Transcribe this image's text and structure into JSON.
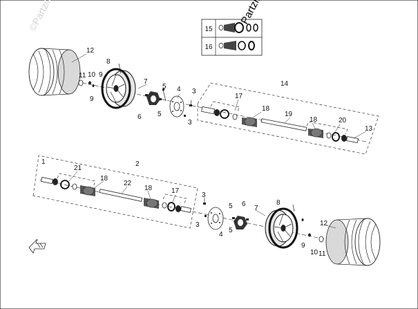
{
  "watermark": {
    "brand_text": "Partzilla",
    "faint_text": "©Partzilla"
  },
  "inset_box": {
    "rows": [
      {
        "label": "15"
      },
      {
        "label": "16"
      }
    ]
  },
  "callouts": {
    "top_assembly": [
      "12",
      "8",
      "10",
      "9",
      "11",
      "9",
      "7",
      "5",
      "4",
      "3",
      "6",
      "5",
      "3",
      "14",
      "17",
      "18",
      "19",
      "18",
      "20",
      "13"
    ],
    "bottom_assembly": [
      "1",
      "2",
      "21",
      "18",
      "22",
      "18",
      "17",
      "3",
      "3",
      "5",
      "6",
      "5",
      "4",
      "7",
      "8",
      "9",
      "10",
      "11",
      "12"
    ]
  },
  "colors": {
    "line": "#222222",
    "tire_shade": "#d9d9d9",
    "hub": "#333333"
  },
  "icons": {
    "direction_arrow": "front-direction-arrow-icon"
  }
}
